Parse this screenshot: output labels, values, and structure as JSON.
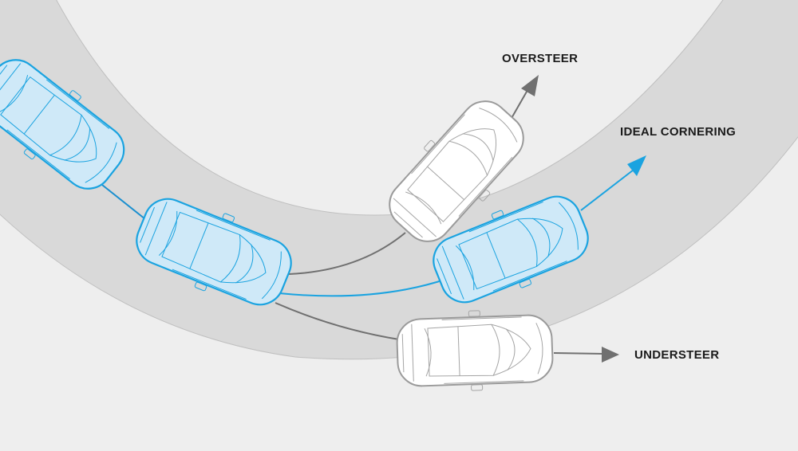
{
  "labels": {
    "oversteer": "OVERSTEER",
    "ideal": "IDEAL CORNERING",
    "understeer": "UNDERSTEER"
  },
  "colors": {
    "background": "#eeeeee",
    "road": "#d9d9d9",
    "road_edge": "#bfbfbf",
    "ideal_path": "#1aa3e0",
    "car_blue_fill": "#cfe9f8",
    "car_blue_stroke": "#1aa3e0",
    "deviation_path": "#707070",
    "car_white_fill": "#ffffff",
    "car_white_stroke": "#9a9a9a"
  },
  "icons": {
    "arrow": "arrowhead-icon",
    "car": "car-top-view-icon"
  }
}
